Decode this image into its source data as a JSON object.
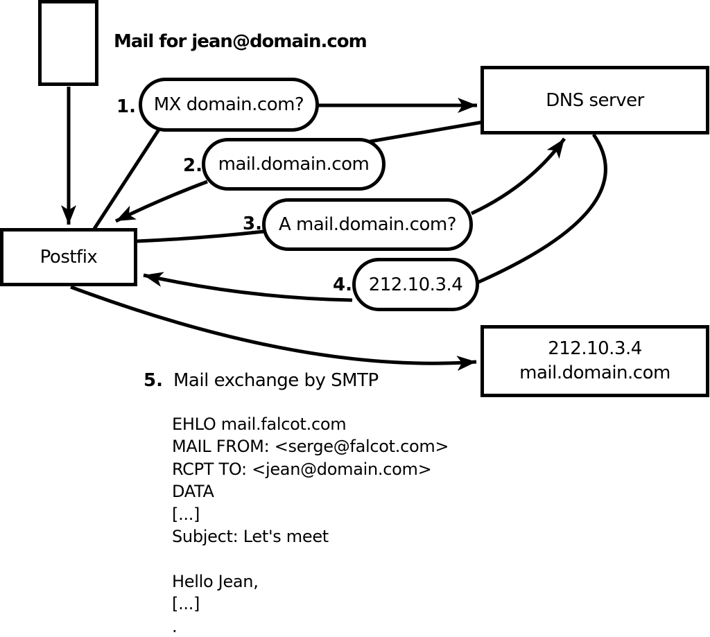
{
  "title": "Mail for jean@domain.com",
  "nodes": {
    "mail_envelope": {
      "label": ""
    },
    "postfix": {
      "label": "Postfix"
    },
    "dns": {
      "label": "DNS server"
    },
    "mail_server": {
      "line1": "212.10.3.4",
      "line2": "mail.domain.com"
    }
  },
  "steps": [
    {
      "num": "1.",
      "label": "MX domain.com?"
    },
    {
      "num": "2.",
      "label": "mail.domain.com"
    },
    {
      "num": "3.",
      "label": "A mail.domain.com?"
    },
    {
      "num": "4.",
      "label": "212.10.3.4"
    },
    {
      "num": "5.",
      "label": "Mail exchange by SMTP"
    }
  ],
  "smtp": {
    "lines": [
      "EHLO mail.falcot.com",
      "MAIL FROM: <serge@falcot.com>",
      "RCPT TO: <jean@domain.com>",
      "DATA",
      "[...]",
      "Subject: Let's meet",
      "",
      "Hello Jean,",
      "[...]",
      "."
    ]
  },
  "colors": {
    "stroke": "#000000",
    "background": "#ffffff"
  }
}
